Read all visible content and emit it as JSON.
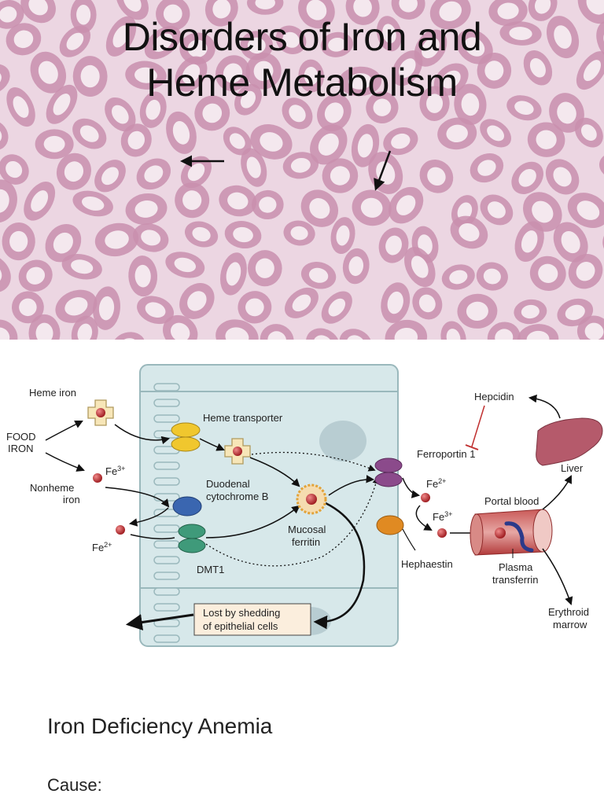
{
  "slide": {
    "title_line1": "Disorders of Iron and",
    "title_line2": "Heme Metabolism"
  },
  "diagram": {
    "labels": {
      "heme_iron": "Heme iron",
      "food": "FOOD",
      "iron": "IRON",
      "nonheme": "Nonheme",
      "nonheme_iron": "iron",
      "fe3_left": "Fe",
      "fe3_left_sup": "3+",
      "fe2_left": "Fe",
      "fe2_left_sup": "2+",
      "heme_transporter": "Heme transporter",
      "duodenal": "Duodenal",
      "cytochrome_b": "cytochrome B",
      "dmt1": "DMT1",
      "mucosal": "Mucosal",
      "ferritin": "ferritin",
      "ferroportin": "Ferroportin 1",
      "fe2_right": "Fe",
      "fe2_right_sup": "2+",
      "fe3_right": "Fe",
      "fe3_right_sup": "3+",
      "hephaestin": "Hephaestin",
      "hepcidin": "Hepcidin",
      "liver": "Liver",
      "portal_blood": "Portal blood",
      "plasma": "Plasma",
      "transferrin": "transferrin",
      "erythroid": "Erythroid",
      "marrow": "marrow",
      "lost_line1": "Lost by shedding",
      "lost_line2": "of epithelial cells"
    }
  },
  "body": {
    "section_heading": "Iron Deficiency Anemia",
    "cause_label": "Cause:"
  },
  "colors": {
    "banner_bg": "#ecd6e2",
    "cell_ring": "#c98fae",
    "cell_center": "#f4e8ee",
    "epithelium": "#d7e8ea",
    "iron_dot": "#c0282c",
    "heme_transporter": "#f0c72e",
    "cytochrome_b": "#3a66b0",
    "dmt1": "#3f9a7a",
    "ferroportin": "#8b4a8b",
    "hephaestin": "#e08a22",
    "liver": "#b55a6b",
    "portal_vessel": "#b53a3a"
  }
}
